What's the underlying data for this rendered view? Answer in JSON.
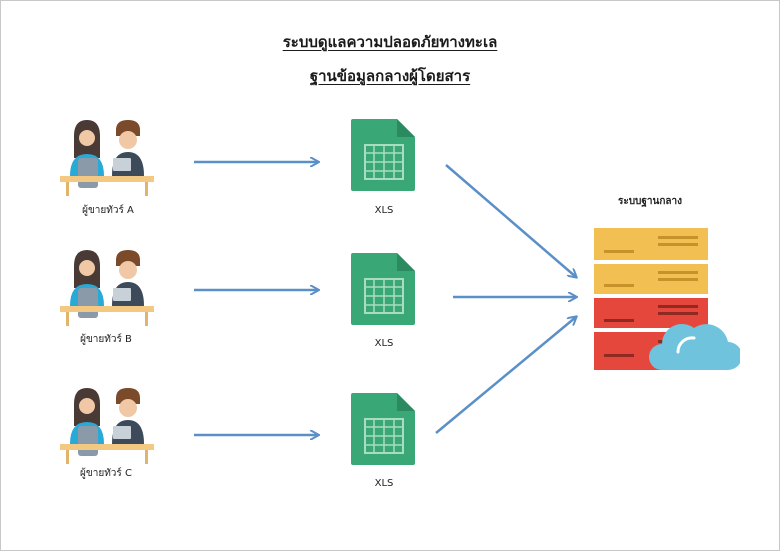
{
  "title_line1": "ระบบดูแลความปลอดภัยทางทะเล",
  "title_line2": "ฐานข้อมูลกลางผู้โดยสาร",
  "agents": [
    {
      "label": "ผู้ขายทัวร์ A"
    },
    {
      "label": "ผู้ขายทัวร์ B"
    },
    {
      "label": "ผู้ขายทัวร์ C"
    }
  ],
  "files": [
    {
      "label": "XLS"
    },
    {
      "label": "XLS"
    },
    {
      "label": "XLS"
    }
  ],
  "server": {
    "label": "ระบบฐานกลาง"
  },
  "colors": {
    "arrow": "#5b8fc7",
    "xls": "#3aa876",
    "server_yellow": "#f2bf52",
    "server_red": "#e5473c",
    "cloud": "#6fc3dd"
  },
  "icons": [
    "people-at-desk-icon",
    "spreadsheet-file-icon",
    "server-icon",
    "cloud-icon"
  ]
}
